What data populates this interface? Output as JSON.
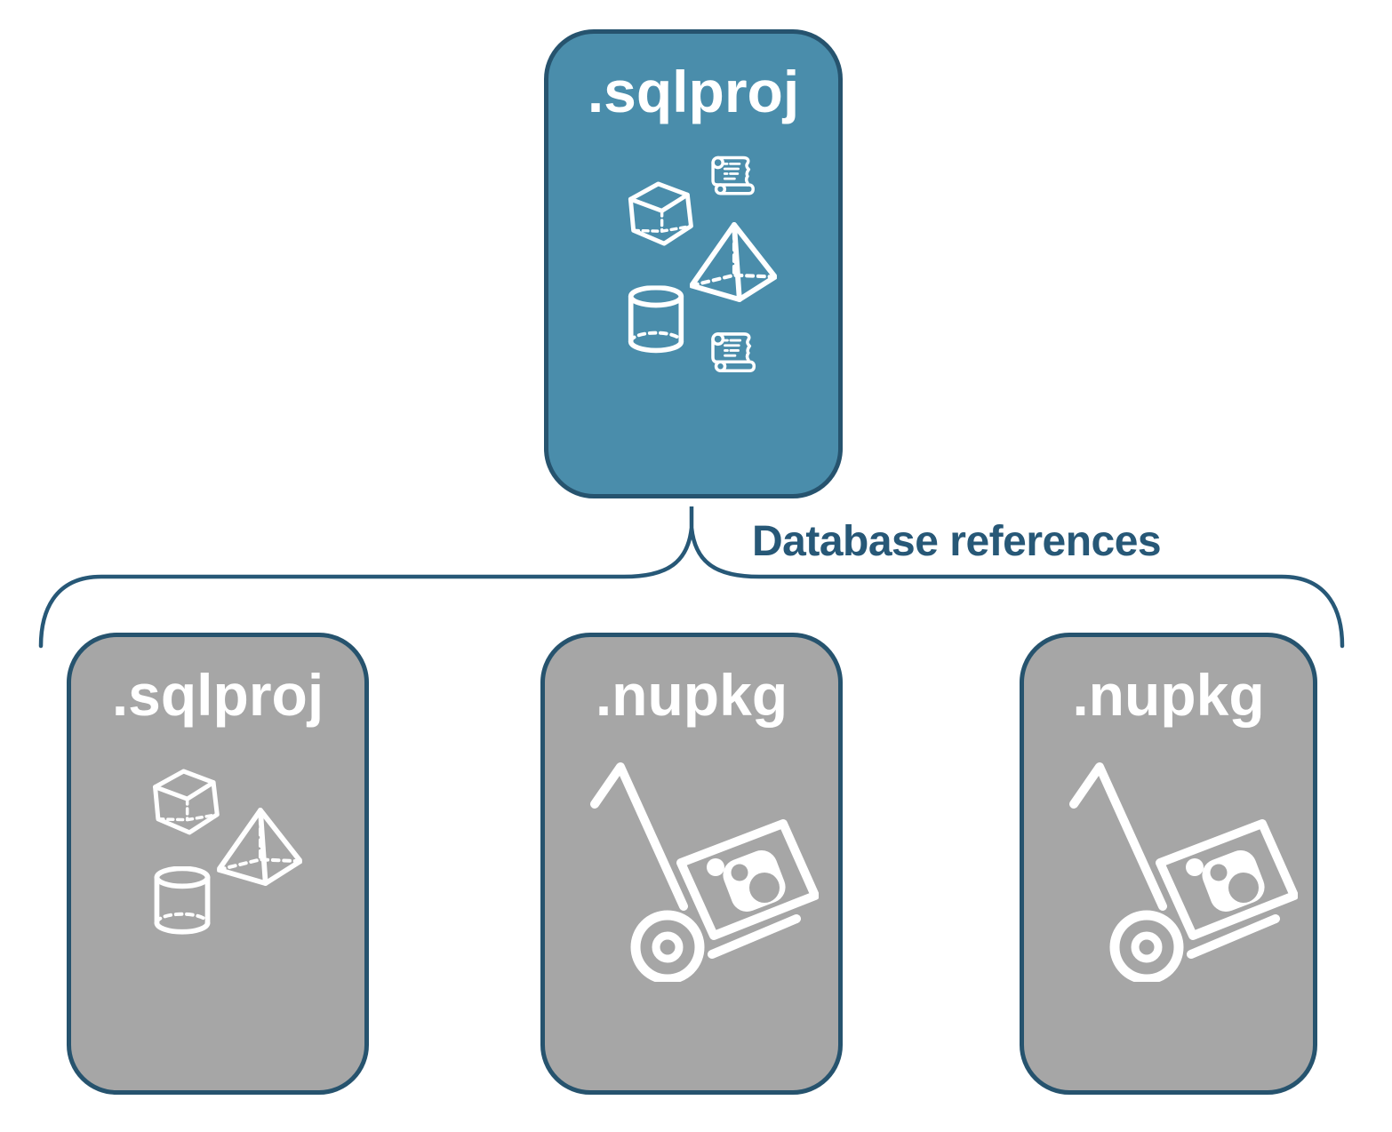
{
  "diagram": {
    "root": {
      "label": ".sqlproj",
      "icons": [
        "cube-icon",
        "scroll-icon",
        "pyramid-icon",
        "cylinder-icon",
        "scroll-icon"
      ]
    },
    "edge_label": "Database references",
    "references": [
      {
        "label": ".sqlproj",
        "icons": [
          "cube-icon",
          "pyramid-icon",
          "cylinder-icon"
        ]
      },
      {
        "label": ".nupkg",
        "icons": [
          "handtruck-package-icon"
        ]
      },
      {
        "label": ".nupkg",
        "icons": [
          "handtruck-package-icon"
        ]
      }
    ],
    "colors": {
      "root_fill": "#4A8DAB",
      "reference_fill": "#A6A6A6",
      "outline": "#26536E",
      "edge_label_text": "#275877",
      "icon": "#FFFFFF",
      "background": "#FFFFFF"
    }
  }
}
